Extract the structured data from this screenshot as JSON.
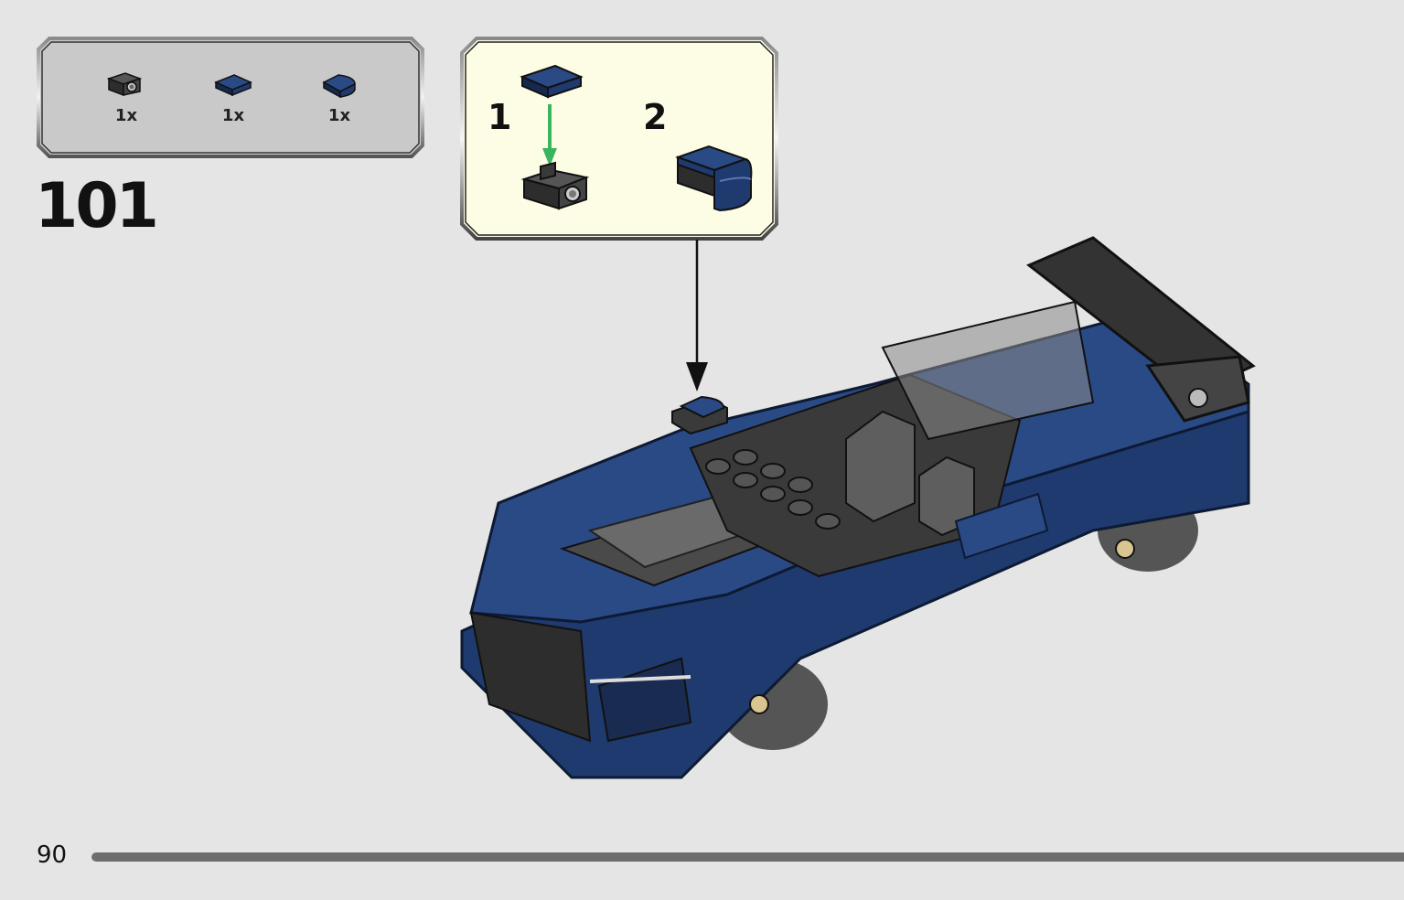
{
  "step": {
    "number": "101"
  },
  "parts_list": {
    "items": [
      {
        "icon": "grey-bracket-plate-icon",
        "color": "#3a3a3a",
        "qty": "1x"
      },
      {
        "icon": "blue-flat-tile-icon",
        "color": "#1f3a6e",
        "qty": "1x"
      },
      {
        "icon": "blue-round-tile-icon",
        "color": "#1f3a6e",
        "qty": "1x"
      }
    ]
  },
  "sub_assembly": {
    "steps": [
      {
        "label": "1"
      },
      {
        "label": "2"
      }
    ],
    "background": "#fdfde6"
  },
  "footer": {
    "page_number": "90"
  },
  "progress": {
    "fraction": 1.0
  },
  "colors": {
    "background": "#e5e5e5",
    "dark_blue": "#1f3a6e",
    "dark_grey": "#3a3a3a",
    "arrow_green": "#3bb55c",
    "progress_bar": "#6d6d6d"
  }
}
